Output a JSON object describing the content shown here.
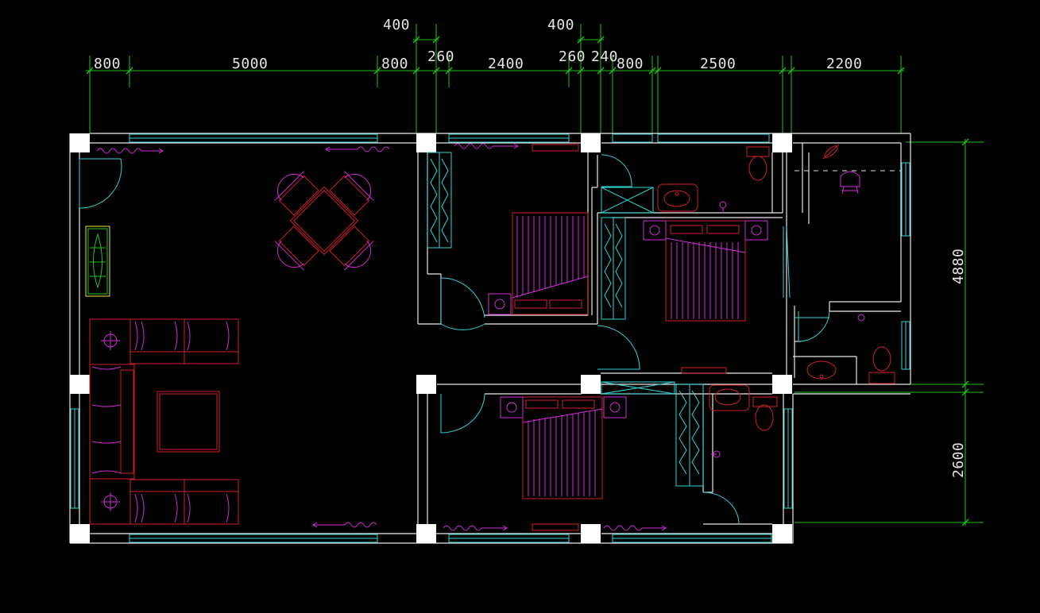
{
  "drawing": {
    "background": "#000000",
    "colors": {
      "dimension": "#22c51b",
      "wall": "#e8e8e8",
      "column": "#ffffff",
      "window": "#2fd6d6",
      "furniture_red": "#d1202a",
      "furniture_magenta": "#d22bd8",
      "text": "#e6e6e6"
    },
    "top_dimensions_upper": [
      "400",
      "400"
    ],
    "top_dimensions_lower": [
      "800",
      "5000",
      "800",
      "260",
      "2400",
      "260",
      "240",
      "800",
      "2500",
      "2200"
    ],
    "right_dimensions": [
      "4880",
      "2600"
    ]
  }
}
